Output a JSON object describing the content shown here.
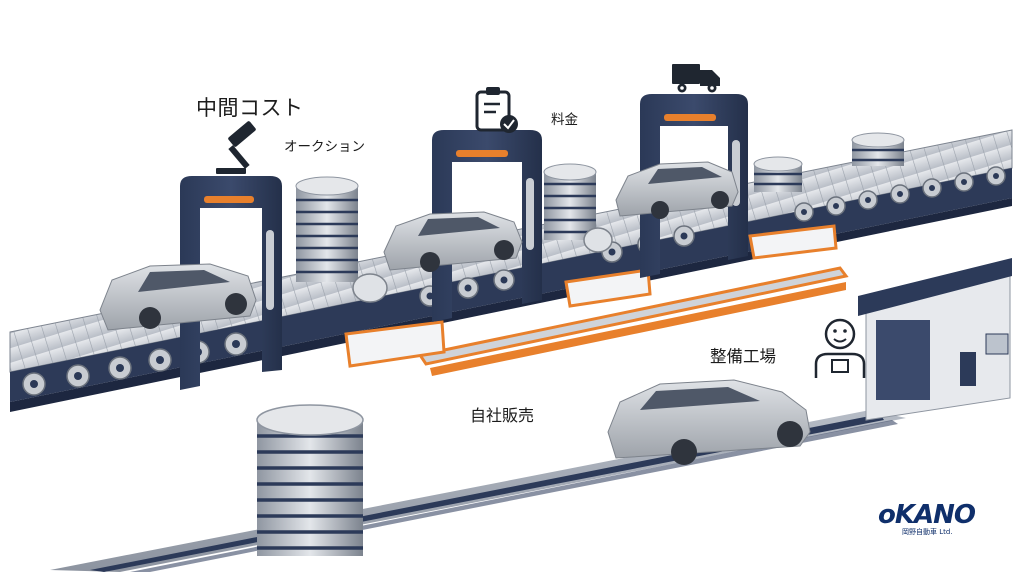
{
  "labels": {
    "title": "中間コスト",
    "auction": "オークション",
    "fee": "料金",
    "garage": "整備工場",
    "sales": "自社販売"
  },
  "logo": {
    "brand": "oKANO",
    "subtitle": "岡野自動車 Ltd."
  },
  "icons": {
    "gavel": "gavel-icon",
    "clipboard": "clipboard-check-icon",
    "truck": "delivery-truck-icon",
    "worker": "mechanic-face-icon"
  },
  "colors": {
    "navy": "#2c3a59",
    "orange": "#e8802c",
    "silver": "#c9cdd3",
    "logo": "#0f2f6b"
  }
}
